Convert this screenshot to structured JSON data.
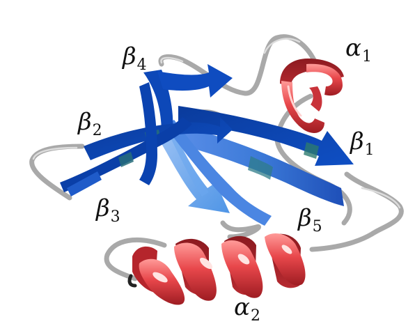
{
  "structure": {
    "helices": [
      {
        "symbol": "α",
        "index": "1",
        "color": "#e8474b"
      },
      {
        "symbol": "α",
        "index": "2",
        "color": "#e8474b"
      }
    ],
    "strands": [
      {
        "symbol": "β",
        "index": "1",
        "color": "#1d3fb0"
      },
      {
        "symbol": "β",
        "index": "2",
        "color": "#0c3fae"
      },
      {
        "symbol": "β",
        "index": "3",
        "color": "#0c3fae"
      },
      {
        "symbol": "β",
        "index": "4",
        "color": "#0c3fae"
      },
      {
        "symbol": "β",
        "index": "5",
        "color": "#3b73d6"
      }
    ],
    "loop_color": "#bfbfbf"
  }
}
